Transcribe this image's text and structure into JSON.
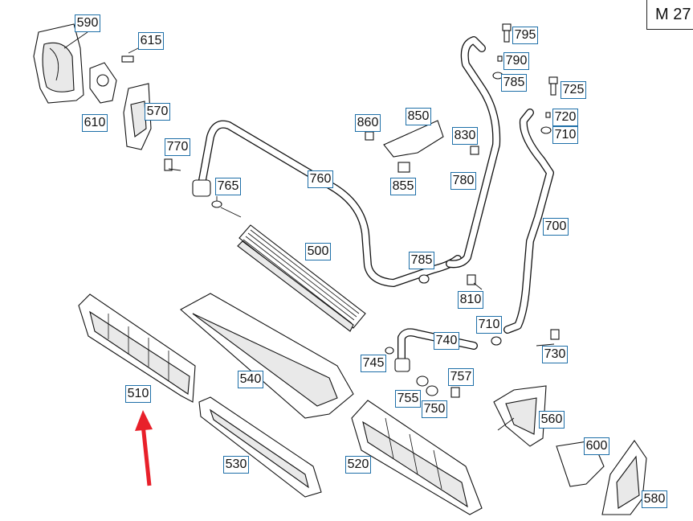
{
  "page_ref": "M 27",
  "callouts": [
    {
      "id": "c590",
      "label": "590"
    },
    {
      "id": "c615",
      "label": "615"
    },
    {
      "id": "c610",
      "label": "610"
    },
    {
      "id": "c570",
      "label": "570"
    },
    {
      "id": "c770",
      "label": "770"
    },
    {
      "id": "c765",
      "label": "765"
    },
    {
      "id": "c760",
      "label": "760"
    },
    {
      "id": "c860",
      "label": "860"
    },
    {
      "id": "c850",
      "label": "850"
    },
    {
      "id": "c830",
      "label": "830"
    },
    {
      "id": "c855",
      "label": "855"
    },
    {
      "id": "c780",
      "label": "780"
    },
    {
      "id": "c795",
      "label": "795"
    },
    {
      "id": "c790",
      "label": "790"
    },
    {
      "id": "c785a",
      "label": "785"
    },
    {
      "id": "c725",
      "label": "725"
    },
    {
      "id": "c720",
      "label": "720"
    },
    {
      "id": "c710a",
      "label": "710"
    },
    {
      "id": "c700",
      "label": "700"
    },
    {
      "id": "c500",
      "label": "500"
    },
    {
      "id": "c785b",
      "label": "785"
    },
    {
      "id": "c810",
      "label": "810"
    },
    {
      "id": "c710b",
      "label": "710"
    },
    {
      "id": "c740",
      "label": "740"
    },
    {
      "id": "c730",
      "label": "730"
    },
    {
      "id": "c745",
      "label": "745"
    },
    {
      "id": "c757",
      "label": "757"
    },
    {
      "id": "c755",
      "label": "755"
    },
    {
      "id": "c750",
      "label": "750"
    },
    {
      "id": "c540",
      "label": "540"
    },
    {
      "id": "c510",
      "label": "510"
    },
    {
      "id": "c560",
      "label": "560"
    },
    {
      "id": "c600",
      "label": "600"
    },
    {
      "id": "c530",
      "label": "530"
    },
    {
      "id": "c520",
      "label": "520"
    },
    {
      "id": "c580",
      "label": "580"
    }
  ],
  "highlight_arrow": {
    "target": "510",
    "color": "#e8202a"
  }
}
